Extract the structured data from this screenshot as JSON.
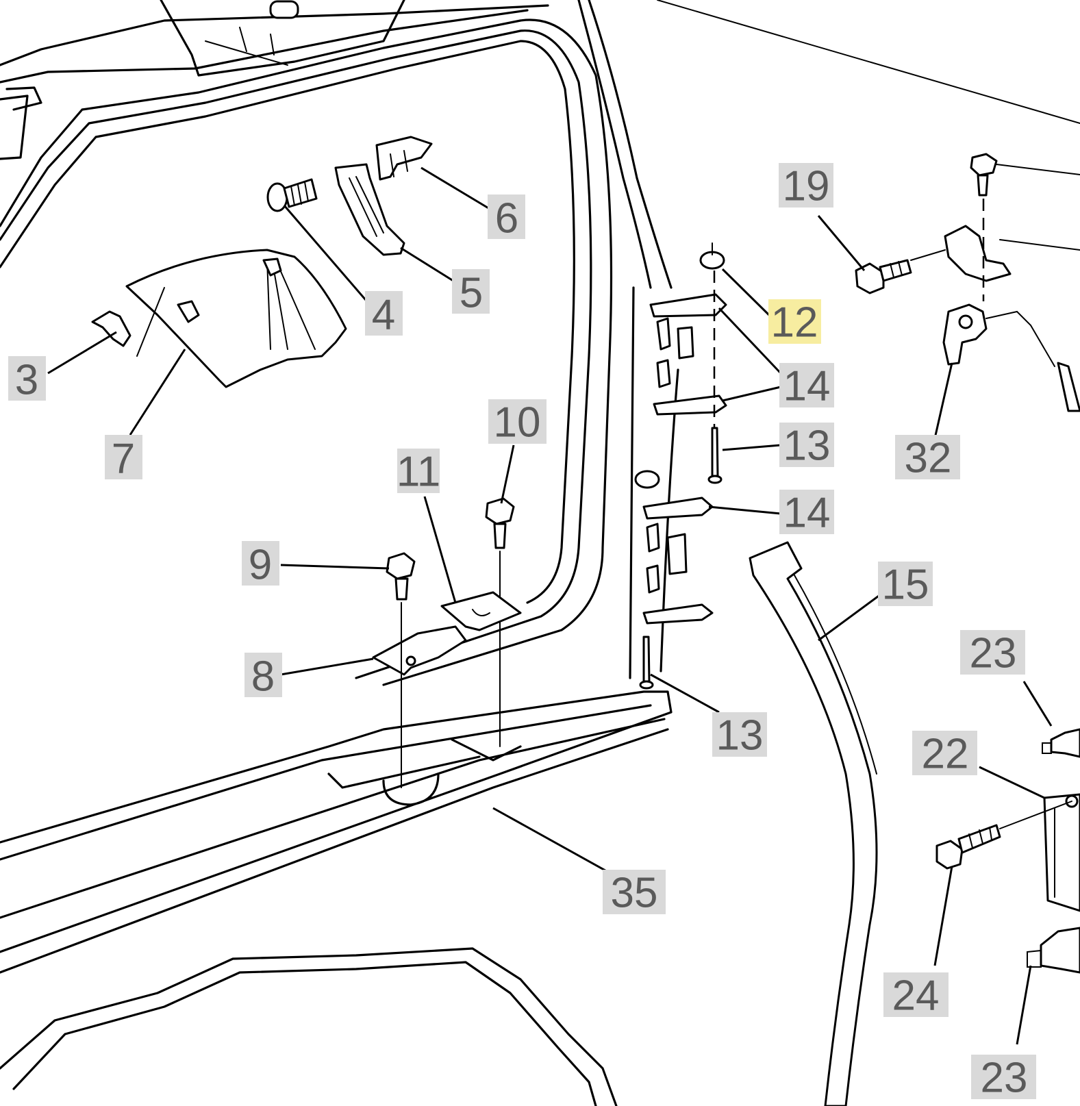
{
  "diagram": {
    "callouts": [
      {
        "id": "c3",
        "label": "3"
      },
      {
        "id": "c4",
        "label": "4"
      },
      {
        "id": "c5",
        "label": "5"
      },
      {
        "id": "c6",
        "label": "6"
      },
      {
        "id": "c7",
        "label": "7"
      },
      {
        "id": "c8",
        "label": "8"
      },
      {
        "id": "c9",
        "label": "9"
      },
      {
        "id": "c10",
        "label": "10"
      },
      {
        "id": "c11",
        "label": "11"
      },
      {
        "id": "c12",
        "label": "12",
        "highlighted": true
      },
      {
        "id": "c13a",
        "label": "13"
      },
      {
        "id": "c13b",
        "label": "13"
      },
      {
        "id": "c14a",
        "label": "14"
      },
      {
        "id": "c14b",
        "label": "14"
      },
      {
        "id": "c14c",
        "label": "14"
      },
      {
        "id": "c15",
        "label": "15"
      },
      {
        "id": "c19",
        "label": "19"
      },
      {
        "id": "c22",
        "label": "22"
      },
      {
        "id": "c23a",
        "label": "23"
      },
      {
        "id": "c23b",
        "label": "23"
      },
      {
        "id": "c24",
        "label": "24"
      },
      {
        "id": "c32",
        "label": "32"
      },
      {
        "id": "c35",
        "label": "35"
      }
    ],
    "colors": {
      "callout_background": "#d9d9d9",
      "highlight_background": "#f7eda0",
      "callout_text": "#5a5a5a",
      "line_art": "#000000"
    }
  }
}
